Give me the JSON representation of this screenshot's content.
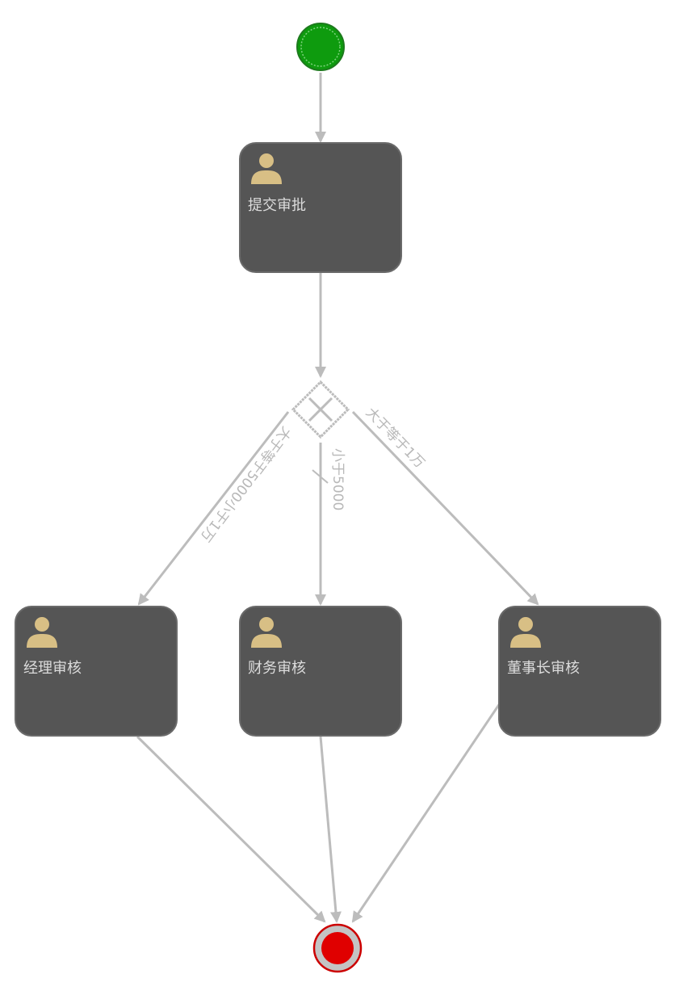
{
  "diagram": {
    "start_event": {
      "color": "#0e9b0e"
    },
    "end_event": {
      "color": "#e00000",
      "ring": "#c0c0c0"
    },
    "gateway": {
      "type": "exclusive"
    },
    "tasks": {
      "submit": "提交审批",
      "manager": "经理审核",
      "finance": "财务审核",
      "chairman": "董事长审核"
    },
    "conditions": {
      "to_manager": "大于等于5000小于1万",
      "to_finance": "小于5000",
      "to_chairman": "大于等于1万"
    },
    "colors": {
      "task_fill": "#555555",
      "task_border": "#6a6a6a",
      "flow": "#bcbcbc",
      "user_icon": "#d8bf85",
      "label_text": "#dcdcdc"
    }
  }
}
